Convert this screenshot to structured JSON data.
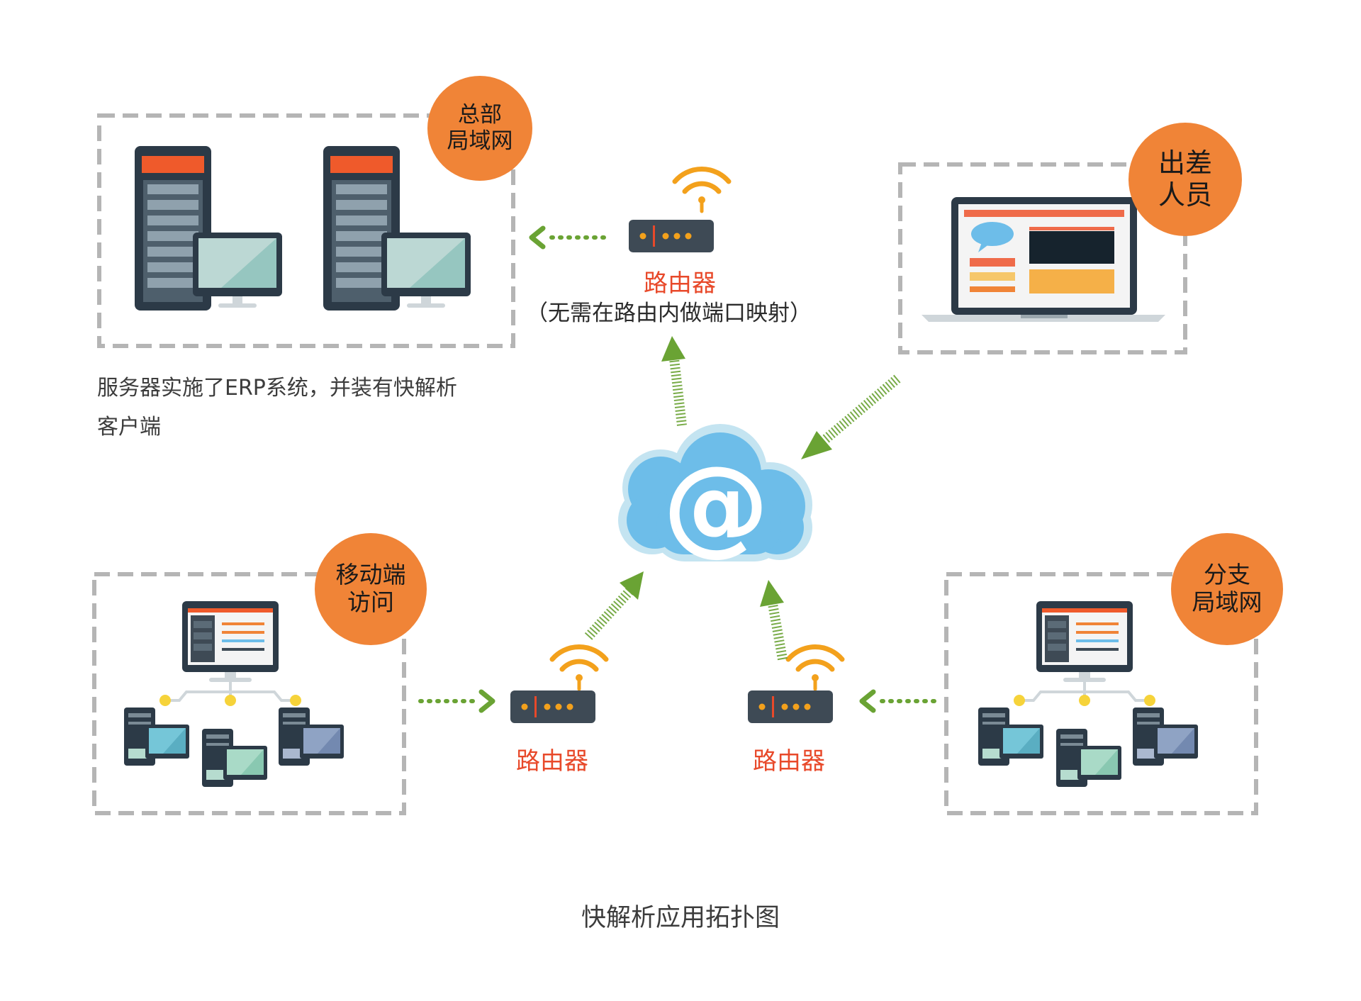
{
  "title": "快解析应用拓扑图",
  "headquarters": {
    "badge_line1": "总部",
    "badge_line2": "局域网",
    "note_line1": "服务器实施了ERP系统，并装有快解析",
    "note_line2": "客户端"
  },
  "business_trip": {
    "badge_line1": "出差",
    "badge_line2": "人员"
  },
  "mobile": {
    "badge_line1": "移动端",
    "badge_line2": "访问"
  },
  "branch": {
    "badge_line1": "分支",
    "badge_line2": "局域网"
  },
  "routers": {
    "top_label": "路由器",
    "top_sublabel": "（无需在路由内做端口映射）",
    "left_label": "路由器",
    "right_label": "路由器"
  },
  "cloud": {
    "symbol": "@"
  },
  "colors": {
    "badge": "#f08437",
    "router_text": "#e8492a",
    "arrow": "#6aa334",
    "dash_border": "#b5b5b5",
    "cloud": "#6dbde9",
    "router_body": "#3e4a55"
  },
  "icons": [
    "server-icon",
    "monitor-icon",
    "router-icon",
    "wifi-icon",
    "laptop-icon",
    "cloud-icon",
    "desktop-computer-icon"
  ]
}
